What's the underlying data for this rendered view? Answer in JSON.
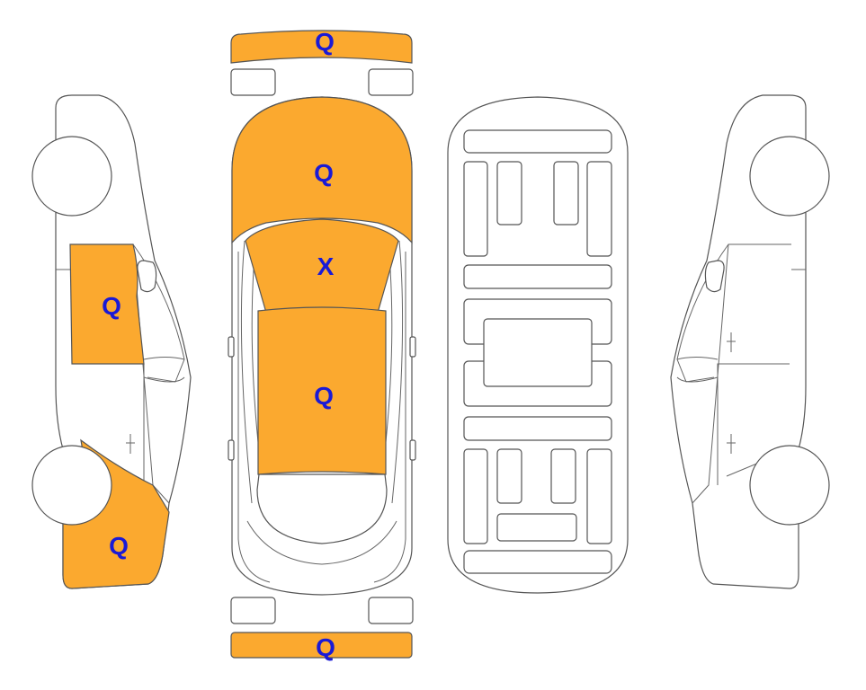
{
  "colors": {
    "damage_fill": "#FBA92F",
    "mark_text": "#1A1AD6",
    "outline": "#555555"
  },
  "marks": {
    "front_bumper": "Q",
    "hood": "Q",
    "windshield": "X",
    "roof": "Q",
    "rear_bumper": "Q",
    "left_front_door": "Q",
    "left_rear_quarter": "Q"
  }
}
